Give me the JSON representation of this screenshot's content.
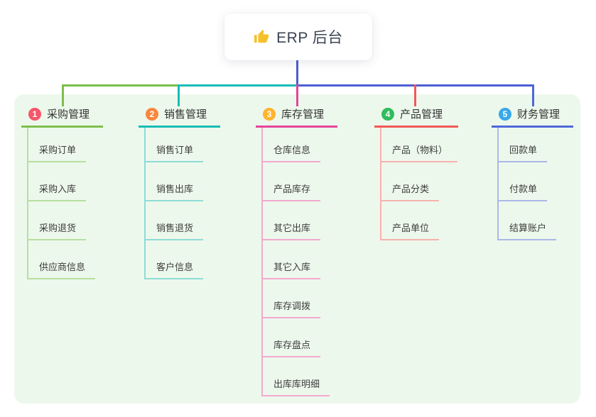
{
  "root": {
    "label": "ERP 后台",
    "icon": "thumbs-up-icon",
    "icon_color": "#f6c02a"
  },
  "canvas": {
    "background": "#ffffff",
    "panel_background": "#edf8ec",
    "trunk_color": "#4a5fd4"
  },
  "branches": [
    {
      "badge": "1",
      "badge_color": "#f5566a",
      "label": "采购管理",
      "line_color": "#7dbf4c",
      "child_line_color": "#b7dfa0",
      "children": [
        "采购订单",
        "采购入库",
        "采购退货",
        "供应商信息"
      ]
    },
    {
      "badge": "2",
      "badge_color": "#f9863d",
      "label": "销售管理",
      "line_color": "#17bdb6",
      "child_line_color": "#8fdcd6",
      "children": [
        "销售订单",
        "销售出库",
        "销售退货",
        "客户信息"
      ]
    },
    {
      "badge": "3",
      "badge_color": "#ffb32f",
      "label": "库存管理",
      "line_color": "#e4449b",
      "child_line_color": "#f3a9cf",
      "children": [
        "仓库信息",
        "产品库存",
        "其它出库",
        "其它入库",
        "库存调拨",
        "库存盘点",
        "出库库明细"
      ]
    },
    {
      "badge": "4",
      "badge_color": "#2fbd5d",
      "label": "产品管理",
      "line_color": "#f25757",
      "child_line_color": "#f8b1ae",
      "children": [
        "产品（物料）",
        "产品分类",
        "产品单位"
      ]
    },
    {
      "badge": "5",
      "badge_color": "#38a8ea",
      "label": "财务管理",
      "line_color": "#4d68d8",
      "child_line_color": "#a8b8e8",
      "children": [
        "回款单",
        "付款单",
        "结算账户"
      ]
    }
  ]
}
